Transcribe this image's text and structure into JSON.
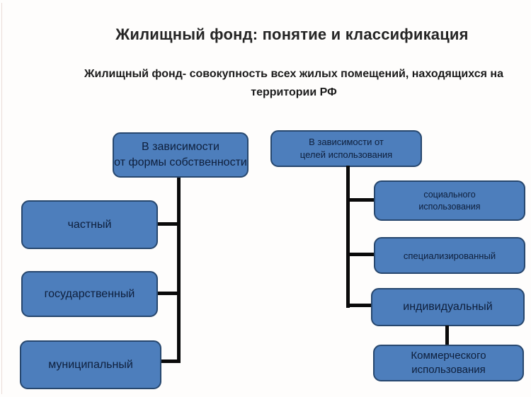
{
  "title": "Жилищный фонд: понятие и классификация",
  "definition": "Жилищный фонд- совокупность всех жилых помещений, находящихся на территории РФ",
  "colors": {
    "node_fill": "#4d7ebc",
    "node_border": "#27476e",
    "node_text": "#0e1f3c",
    "connector": "#0a0a0a",
    "title_text": "#252525",
    "body_text": "#1b1b1b",
    "background": "#fefdfc"
  },
  "tree_left": {
    "header_lines": [
      "В зависимости",
      "от формы собственности"
    ],
    "children": [
      {
        "label": "частный"
      },
      {
        "label": "государственный"
      },
      {
        "label": "муниципальный"
      }
    ]
  },
  "tree_right": {
    "header_lines": [
      "В зависимости от",
      "целей использования"
    ],
    "children": [
      {
        "label_lines": [
          "социального",
          "использования"
        ]
      },
      {
        "label_lines": [
          "специализированный"
        ]
      },
      {
        "label_lines": [
          "индивидуальный"
        ]
      },
      {
        "label_lines": [
          "Коммерческого",
          "использования"
        ]
      }
    ]
  }
}
